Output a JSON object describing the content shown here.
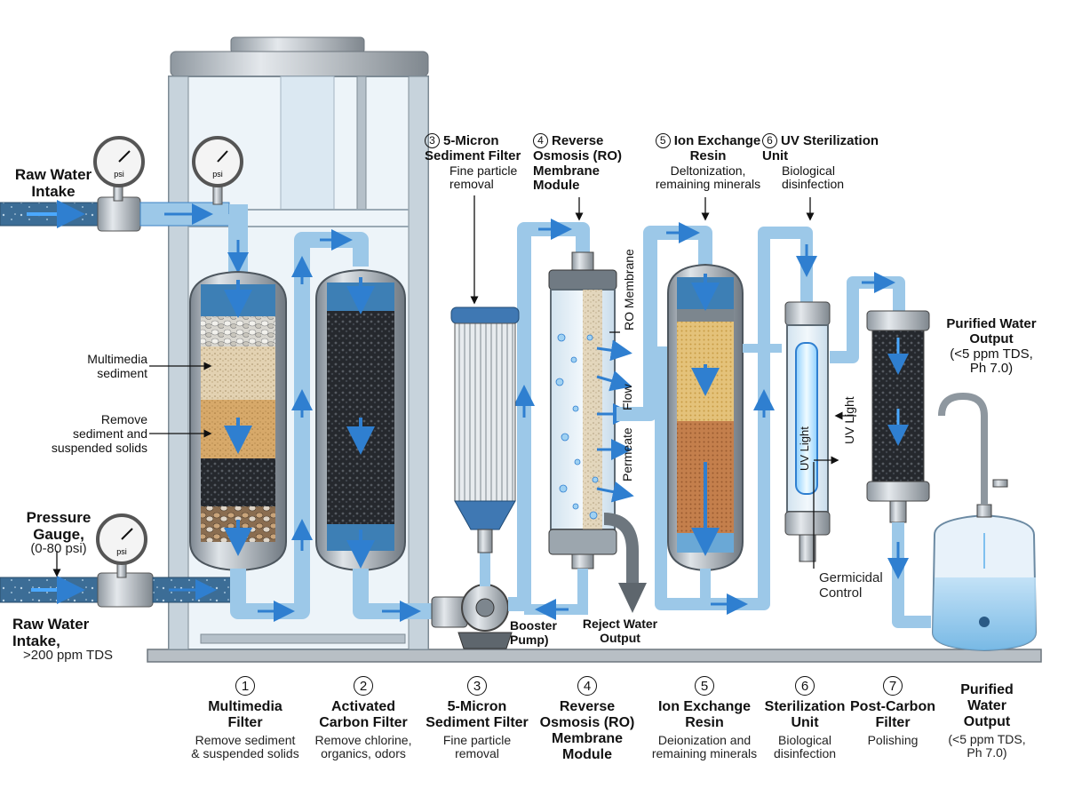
{
  "colors": {
    "water": "#5aa9e6",
    "pipe_light": "#cfe6f7",
    "pipe_stroke": "#3b82c4",
    "tank_glass": "#e3eef6",
    "metal": "#b9c0c7",
    "arrow": "#2f7fd0",
    "sand": "#d8b98a",
    "carbon": "#2b2f35"
  },
  "left_labels": {
    "raw_water_intake_top": "Raw Water\nIntake",
    "multimedia_sediment": "Multimedia\nsediment",
    "remove_sediment": "Remove\nsediment and\nsuspended solids",
    "pressure_gauge": "Pressure\nGauge,",
    "pressure_range": "(0-80 psi)",
    "raw_water_intake_bottom": "Raw Water\nIntake,",
    "raw_water_tds": ">200 ppm TDS"
  },
  "gauge_text": "psi",
  "top_labels": [
    {
      "num": "3",
      "title": "5-Micron\nSediment Filter",
      "desc": "Fine particle\nremoval"
    },
    {
      "num": "4",
      "title": "Reverse\nOsmosis (RO)\nMembrane\nModule",
      "desc": ""
    },
    {
      "num": "5",
      "title": "Ion Exchange\nResin",
      "desc": "Deltonization,\nremaining minerals"
    },
    {
      "num": "6",
      "title": "UV Sterilization\nUnit",
      "desc": "Biological\ndisinfection"
    }
  ],
  "ro_labels": {
    "membrane": "RO Membrane",
    "flow": "Flow",
    "permeate": "Permeate"
  },
  "uv_labels": {
    "uv_light_inner": "UV Light",
    "uv_light_outer": "UV Light",
    "germicidal": "Germicidal\nControl"
  },
  "mid_labels": {
    "booster_pump": "Booster\nPump)",
    "reject_water": "Reject Water\nOutput"
  },
  "right_top": {
    "title": "Purified Water\nOutput",
    "desc": "(<5 ppm TDS,\nPh 7.0)"
  },
  "bottom_labels": [
    {
      "num": "1",
      "title": "Multimedia\nFilter",
      "desc": "Remove sediment\n& suspended solids"
    },
    {
      "num": "2",
      "title": "Activated\nCarbon Filter",
      "desc": "Remove chlorine,\norganics, odors"
    },
    {
      "num": "3",
      "title": "5-Micron\nSediment Filter",
      "desc": "Fine particle\nremoval"
    },
    {
      "num": "4",
      "title": "Reverse\nOsmosis (RO)\nMembrane\nModule",
      "desc": ""
    },
    {
      "num": "5",
      "title": "Ion Exchange\nResin",
      "desc": "Deionization and\nremaining minerals"
    },
    {
      "num": "6",
      "title": "Sterilization\nUnit",
      "desc": "Biological\ndisinfection"
    },
    {
      "num": "7",
      "title": "Post-Carbon\nFilter",
      "desc": "Polishing"
    },
    {
      "num": "",
      "title": "Purified\nWater\nOutput",
      "desc": "(<5 ppm TDS,\nPh 7.0)"
    }
  ]
}
